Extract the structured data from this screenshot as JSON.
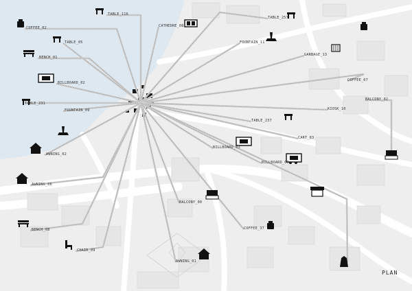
{
  "map": {
    "title": "PLAN",
    "colors": {
      "water": "#dde8f1",
      "land": "#eeeeee",
      "block": "#e6e6e6",
      "road": "#ffffff",
      "line": "#8a8a8a",
      "marker": "#111111"
    },
    "items": [
      {
        "label": "TABLE_116",
        "icon": "table-icon"
      },
      {
        "label": "COFFEE_02",
        "icon": "coffee-icon"
      },
      {
        "label": "TABLE_05",
        "icon": "table-icon"
      },
      {
        "label": "BENCH_01",
        "icon": "bench-icon"
      },
      {
        "label": "BILLBOARD_02",
        "icon": "billboard-icon"
      },
      {
        "label": "TABLE_231",
        "icon": "table-icon"
      },
      {
        "label": "FOUNTAIN_09",
        "icon": "fountain-icon"
      },
      {
        "label": "AWNING_02",
        "icon": "awning-icon"
      },
      {
        "label": "AWNING_06",
        "icon": "awning-icon"
      },
      {
        "label": "BENCH_08",
        "icon": "bench-icon"
      },
      {
        "label": "CHAIR_09",
        "icon": "chair-icon"
      },
      {
        "label": "CATHEDRE_08",
        "icon": "cathedre-icon"
      },
      {
        "label": "TABLE_257",
        "icon": "table-icon"
      },
      {
        "label": "FOUNTAIN_11",
        "icon": "fountain-icon"
      },
      {
        "label": "GARBAGE_13",
        "icon": "garbage-icon"
      },
      {
        "label": "COFFEE_07",
        "icon": "coffee-icon"
      },
      {
        "label": "BALCONY_02",
        "icon": "balcony-icon"
      },
      {
        "label": "KIOSK_10",
        "icon": "kiosk-icon"
      },
      {
        "label": "TABLE_237",
        "icon": "table-icon"
      },
      {
        "label": "CART_03",
        "icon": "cart-icon"
      },
      {
        "label": "BILLBOARD_03",
        "icon": "billboard-icon"
      },
      {
        "label": "BILLBOARD_06",
        "icon": "billboard-icon"
      },
      {
        "label": "BALCONY_00",
        "icon": "balcony-icon"
      },
      {
        "label": "COFFEE_37",
        "icon": "coffee-icon"
      },
      {
        "label": "AWNING_01",
        "icon": "awning-icon"
      },
      {
        "label": "STATUE",
        "icon": "statue-icon"
      }
    ]
  }
}
